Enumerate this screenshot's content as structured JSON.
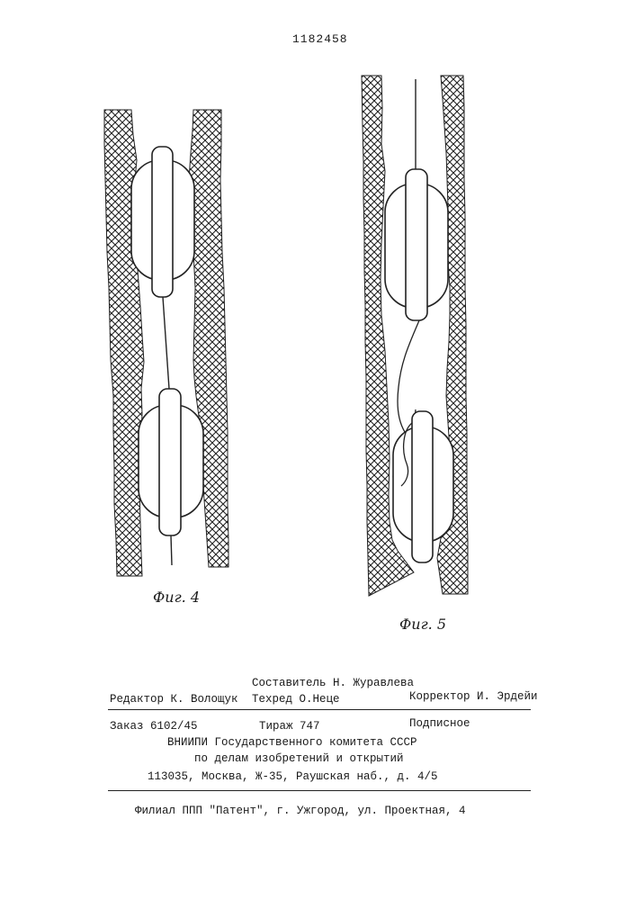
{
  "header": {
    "patent_number": "1182458"
  },
  "figures": [
    {
      "label": "Фиг. 4"
    },
    {
      "label": "Фиг. 5"
    }
  ],
  "colophon": {
    "compiler": "Составитель Н. Журавлева",
    "editor": "Редактор К. Волощук",
    "techred": "Техред О.Неце",
    "corrector": "Корректор И. Эрдейи",
    "order": "Заказ 6102/45",
    "circulation": "Тираж 747",
    "subscription": "Подписное",
    "org_line1": "ВНИИПИ Государственного комитета СССР",
    "org_line2": "по делам изобретений и открытий",
    "address": "113035, Москва, Ж-35, Раушская наб., д. 4/5",
    "branch": "Филиал ППП \"Патент\", г. Ужгород, ул. Проектная, 4"
  }
}
